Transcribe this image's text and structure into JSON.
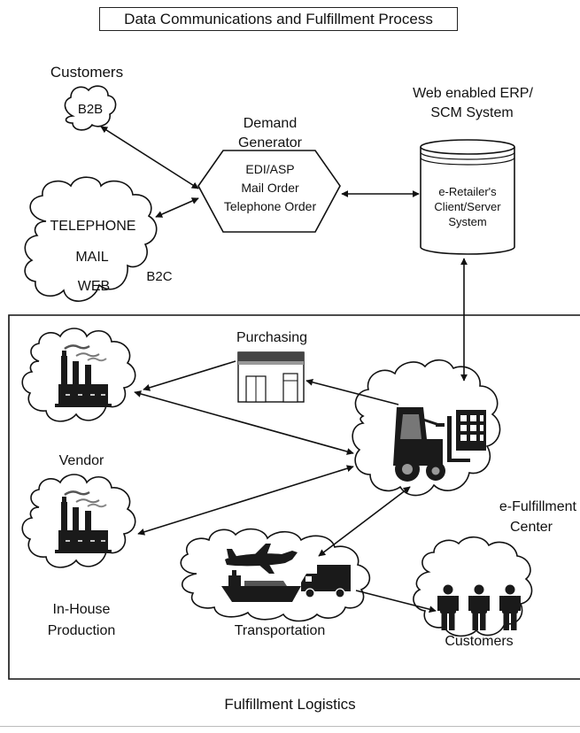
{
  "title": "Data Communications and Fulfillment Process",
  "footer": "Fulfillment Logistics",
  "customers_top": {
    "heading": "Customers",
    "b2b": "B2B",
    "b2c_lines": [
      "TELEPHONE",
      "MAIL",
      "WEB"
    ],
    "b2c": "B2C"
  },
  "demand_generator": {
    "heading_lines": [
      "Demand",
      "Generator"
    ],
    "lines": [
      "EDI/ASP",
      "Mail Order",
      "Telephone Order"
    ]
  },
  "erp": {
    "heading_lines": [
      "Web enabled ERP/",
      "SCM System"
    ],
    "lines": [
      "e-Retailer's",
      "Client/Server",
      "System"
    ]
  },
  "purchasing": "Purchasing",
  "vendor": "Vendor",
  "in_house_lines": [
    "In-House",
    "Production"
  ],
  "fulfillment_center_lines": [
    "e-Fulfillment",
    "Center"
  ],
  "transportation": "Transportation",
  "customers_bottom": "Customers",
  "colors": {
    "stroke": "#111111",
    "fill": "#ffffff",
    "icon": "#1a1a1a"
  }
}
